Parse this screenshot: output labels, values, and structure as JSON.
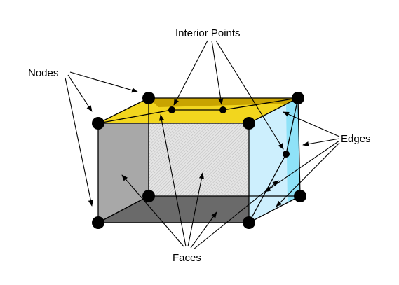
{
  "labels": {
    "interior_points": "Interior Points",
    "nodes": "Nodes",
    "edges": "Edges",
    "faces": "Faces"
  },
  "colors": {
    "top_face": "#f2d61e",
    "top_face_back": "#c8a300",
    "left_face": "#a8a8a8",
    "back_face_hatch": "#d4d4d4",
    "bottom_face": "#6a6a6a",
    "right_face_front": "#cdeffd",
    "right_face_back": "#8fe2f8",
    "node": "#000000"
  }
}
